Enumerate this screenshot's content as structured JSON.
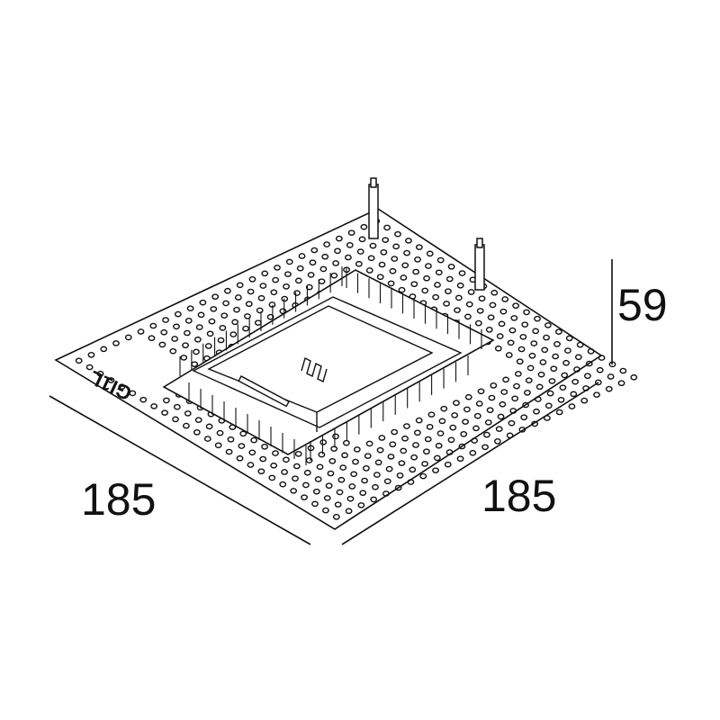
{
  "dimensions": {
    "width_left": "185",
    "width_right": "185",
    "height": "59"
  },
  "plate_marking": "GI1L",
  "colors": {
    "line": "#111111",
    "background": "#ffffff"
  }
}
